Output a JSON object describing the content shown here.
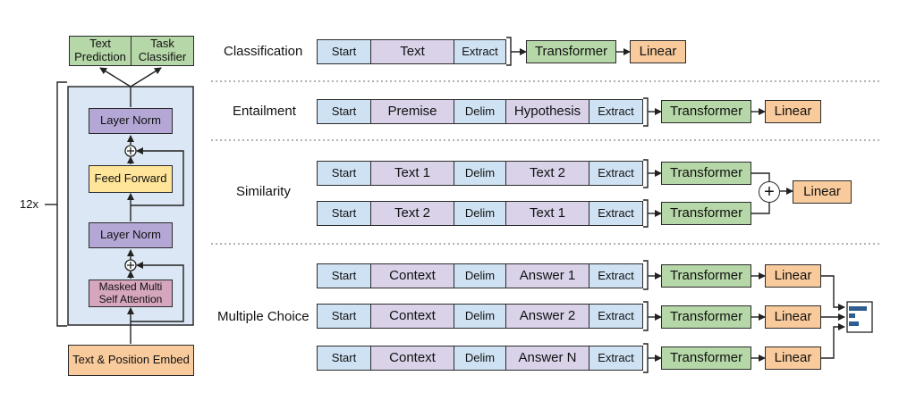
{
  "left_stack": {
    "text_prediction": "Text Prediction",
    "task_classifier": "Task Classifier",
    "repeat": "12x",
    "layer_norm_top": "Layer Norm",
    "feed_forward": "Feed Forward",
    "layer_norm_bottom": "Layer Norm",
    "masked_attention": "Masked Multi Self Attention",
    "embed": "Text & Position Embed"
  },
  "tasks": {
    "classification": {
      "label": "Classification",
      "tokens": [
        "Start",
        "Text",
        "Extract"
      ],
      "transformer": "Transformer",
      "linear": "Linear"
    },
    "entailment": {
      "label": "Entailment",
      "tokens": [
        "Start",
        "Premise",
        "Delim",
        "Hypothesis",
        "Extract"
      ],
      "transformer": "Transformer",
      "linear": "Linear"
    },
    "similarity": {
      "label": "Similarity",
      "row1": [
        "Start",
        "Text 1",
        "Delim",
        "Text 2",
        "Extract"
      ],
      "row2": [
        "Start",
        "Text 2",
        "Delim",
        "Text 1",
        "Extract"
      ],
      "transformer": "Transformer",
      "plus": "+",
      "linear": "Linear"
    },
    "multiple_choice": {
      "label": "Multiple Choice",
      "row1": [
        "Start",
        "Context",
        "Delim",
        "Answer 1",
        "Extract"
      ],
      "row2": [
        "Start",
        "Context",
        "Delim",
        "Answer 2",
        "Extract"
      ],
      "row3": [
        "Start",
        "Context",
        "Delim",
        "Answer N",
        "Extract"
      ],
      "transformer": "Transformer",
      "linear": "Linear"
    }
  }
}
